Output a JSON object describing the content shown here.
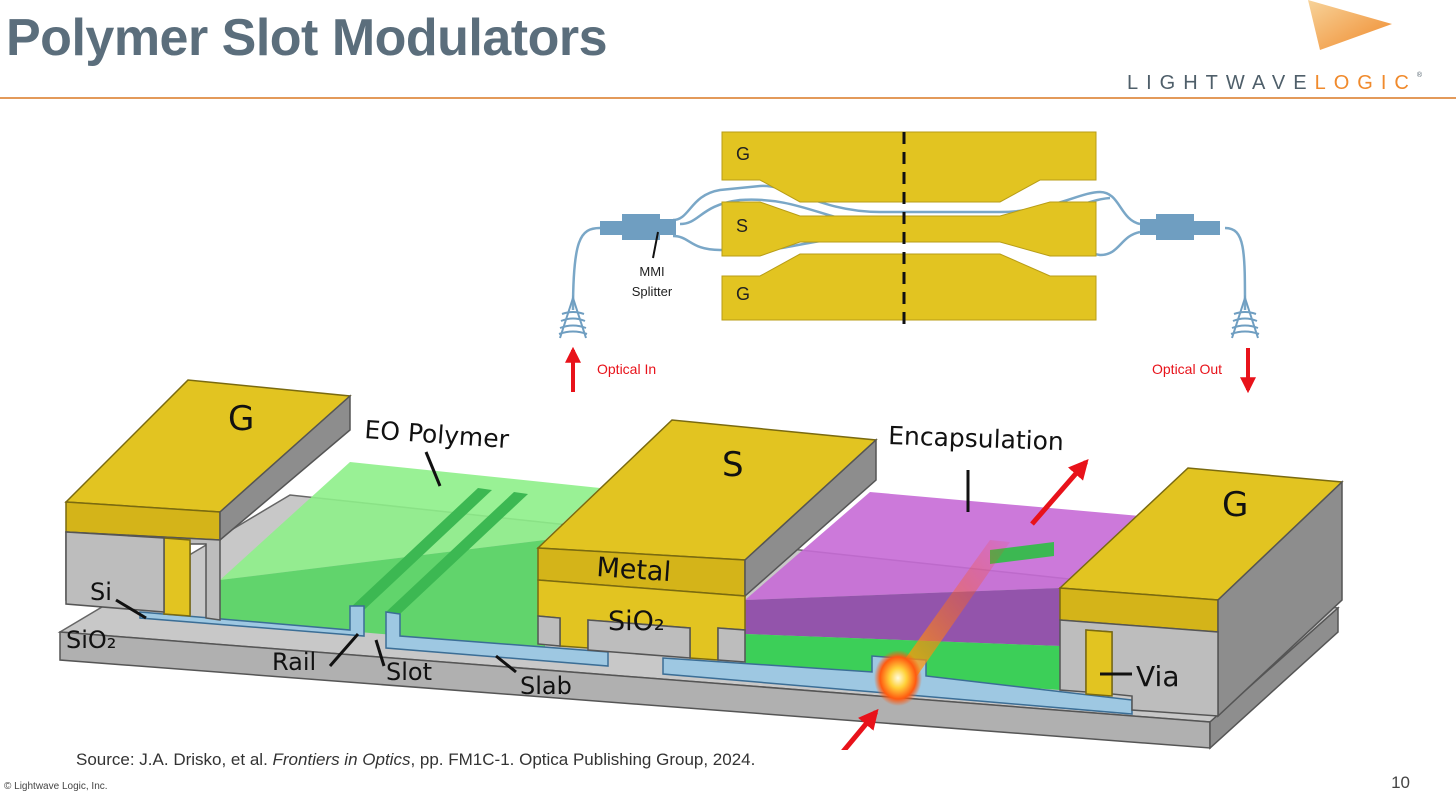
{
  "slide": {
    "title": "Polymer Slot Modulators",
    "page_number": "10",
    "copyright": "© Lightwave Logic, Inc.",
    "source": {
      "prefix": "Source: J.A. Drisko, et al. ",
      "journal": "Frontiers in Optics",
      "suffix": ", pp. FM1C-1. Optica Publishing Group, 2024."
    }
  },
  "logo": {
    "part1": "LIGHTWAVE",
    "part2": "LOGIC",
    "mark": "®"
  },
  "top_diagram": {
    "electrode_top": "G",
    "electrode_middle": "S",
    "electrode_bottom": "G",
    "splitter_label_line1": "MMI",
    "splitter_label_line2": "Splitter",
    "optical_in": "Optical In",
    "optical_out": "Optical Out"
  },
  "cross_section": {
    "left_pad": "G",
    "signal_pad": "S",
    "right_pad": "G",
    "eo_polymer": "EO Polymer",
    "encapsulation": "Encapsulation",
    "metal": "Metal",
    "sio2_middle": "SiO₂",
    "si": "Si",
    "sio2_left": "SiO₂",
    "rail": "Rail",
    "slot": "Slot",
    "slab": "Slab",
    "via": "Via"
  },
  "colors": {
    "title": "#5b6e7c",
    "rule": "#e39a5a",
    "gold": "#e2c421",
    "silicon_blue": "#9ec8e2",
    "polymer_green": "#5ee26a",
    "encapsulation_purple": "#b43cd0",
    "arrow_red": "#e8121a"
  }
}
